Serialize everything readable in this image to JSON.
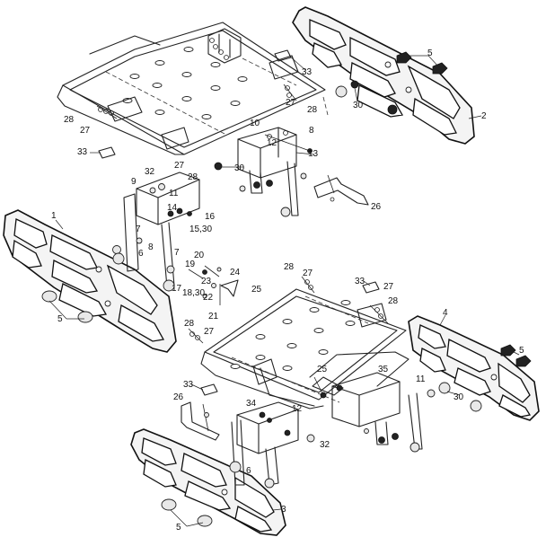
{
  "diagram": {
    "callouts": {
      "c1": "1",
      "c2": "2",
      "c3": "3",
      "c4": "4",
      "c5a": "5",
      "c5b": "5",
      "c5c": "5",
      "c5d": "5",
      "c6a": "6",
      "c6b": "6",
      "c7a": "7",
      "c7b": "7",
      "c8a": "8",
      "c8b": "8",
      "c9": "9",
      "c10": "10",
      "c11a": "11",
      "c11b": "11",
      "c12a": "12",
      "c12b": "12",
      "c13": "13",
      "c14": "14",
      "c15_30": "15,30",
      "c16": "16",
      "c17": "17",
      "c18_30": "18,30",
      "c19": "19",
      "c20": "20",
      "c21": "21",
      "c22": "22",
      "c23": "23",
      "c24": "24",
      "c25a": "25",
      "c25b": "25",
      "c26a": "26",
      "c26b": "26",
      "c27a": "27",
      "c27b": "27",
      "c27c": "27",
      "c27d": "27",
      "c27e": "27",
      "c27f": "27",
      "c28a": "28",
      "c28b": "28",
      "c28c": "28",
      "c28d": "28",
      "c28e": "28",
      "c28f": "28",
      "c30a": "30",
      "c30b": "30",
      "c30c": "30",
      "c32a": "32",
      "c32b": "32",
      "c33a": "33",
      "c33b": "33",
      "c33c": "33",
      "c33d": "33",
      "c34": "34",
      "c35": "35"
    }
  }
}
